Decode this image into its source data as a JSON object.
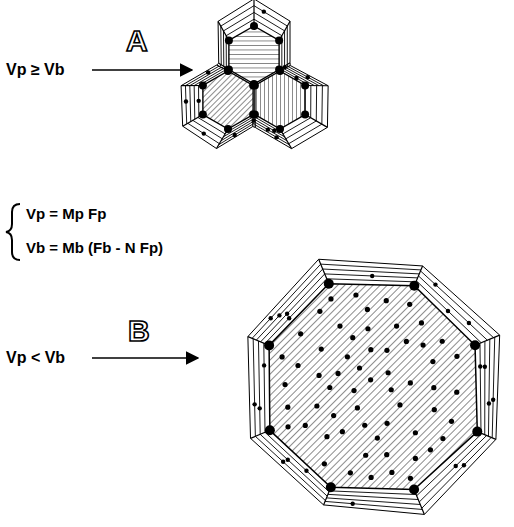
{
  "diagram": {
    "labels": [
      "Vp ≥ Vb",
      "A",
      "Vp = Mp Fp",
      "Vb = Mb (Fb - N Fp)",
      "Vp < Vb",
      "B"
    ]
  }
}
